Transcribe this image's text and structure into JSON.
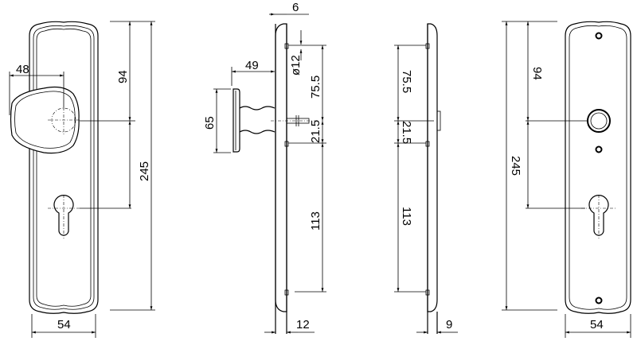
{
  "drawing": {
    "front_view": {
      "handle_projection": "48",
      "knob_to_top": "94",
      "total_height": "245",
      "width": "54"
    },
    "side_view_knob": {
      "plate_flange": "6",
      "screw_diameter": "ø12",
      "knob_projection": "49",
      "knob_diameter": "65",
      "top_screw_to_knob": "75.5",
      "knob_to_screw": "21.5",
      "screw_spacing": "113",
      "plate_thickness": "12"
    },
    "side_view_back": {
      "top_screw_to_knob": "75.5",
      "knob_to_screw": "21.5",
      "screw_spacing": "113",
      "plate_thickness": "9"
    },
    "back_view": {
      "knob_to_top": "94",
      "total_height": "245",
      "width": "54"
    }
  }
}
